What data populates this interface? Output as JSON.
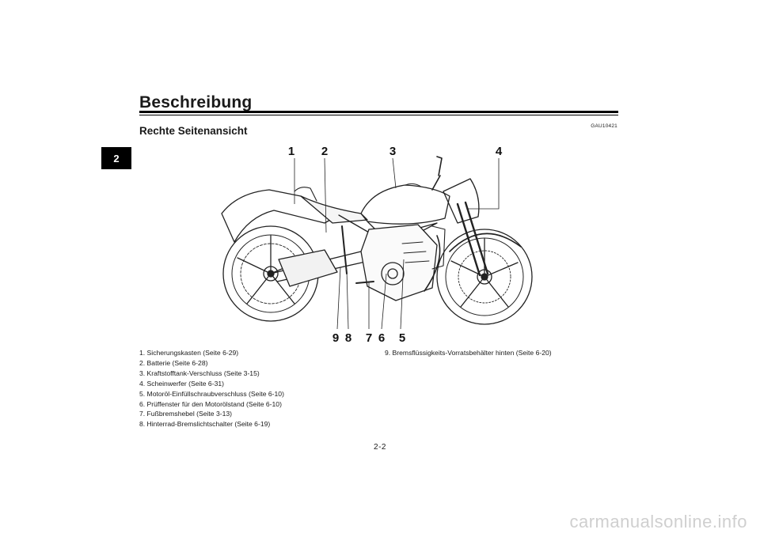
{
  "header": {
    "chapter_title": "Beschreibung",
    "chapter_tab": "2",
    "section_title": "Rechte Seitenansicht",
    "code": "GAU10421"
  },
  "diagram": {
    "callouts": [
      "1",
      "2",
      "3",
      "4",
      "9",
      "8",
      "7",
      "6",
      "5"
    ]
  },
  "legend": {
    "items": [
      "1. Sicherungskasten (Seite 6-29)",
      "2. Batterie (Seite 6-28)",
      "3. Kraftstofftank-Verschluss (Seite 3-15)",
      "4. Scheinwerfer (Seite 6-31)",
      "5. Motoröl-Einfüllschraubverschluss (Seite 6-10)",
      "6. Prüffenster für den Motorölstand (Seite 6-10)",
      "7. Fußbremshebel (Seite 3-13)",
      "8. Hinterrad-Bremslichtschalter (Seite 6-19)",
      "9. Bremsflüssigkeits-Vorratsbehälter hinten (Seite 6-20)"
    ]
  },
  "footer": {
    "page_number": "2-2",
    "watermark": "carmanualsonline.info"
  }
}
